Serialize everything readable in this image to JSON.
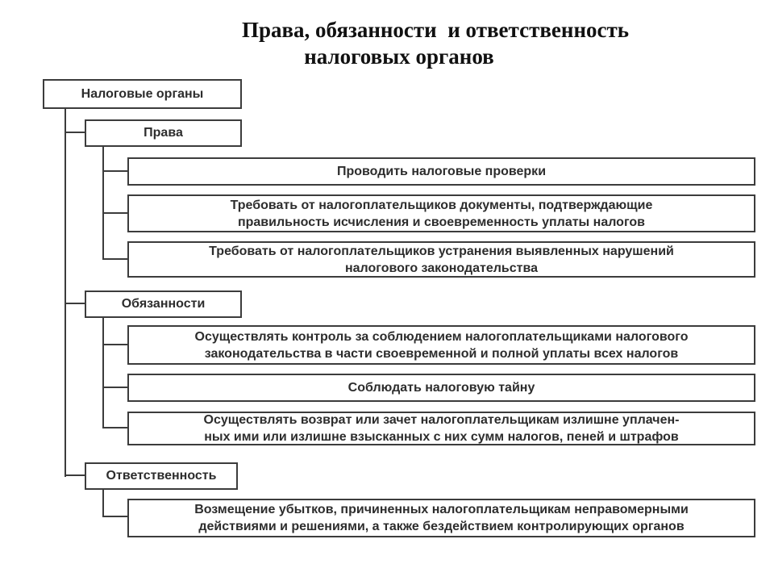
{
  "title": {
    "line1": "Права, обязанности  и ответственность",
    "line2": "налоговых органов"
  },
  "root": {
    "label": "Налоговые органы"
  },
  "branches": [
    {
      "label": "Права",
      "items": [
        "Проводить налоговые проверки",
        "Требовать от налогоплательщиков документы, подтверждающие\nправильность исчисления и своевременность уплаты налогов",
        "Требовать от налогоплательщиков устранения выявленных нарушений\nналогового законодательства"
      ]
    },
    {
      "label": "Обязанности",
      "items": [
        "Осуществлять контроль за соблюдением налогоплательщиками налогового\nзаконодательства в части своевременной и полной уплаты всех налогов",
        "Соблюдать налоговую тайну",
        "Осуществлять возврат или зачет налогоплательщикам излишне уплачен-\nных ими или излишне взысканных с них сумм налогов, пеней и штрафов"
      ]
    },
    {
      "label": "Ответственность",
      "items": [
        "Возмещение убытков, причиненных налогоплательщикам неправомерными\nдействиями и решениями, а также бездействием контролирующих органов"
      ]
    }
  ],
  "colors": {
    "line": "#3c3c3c",
    "text": "#2d2d2d",
    "background": "#ffffff"
  }
}
